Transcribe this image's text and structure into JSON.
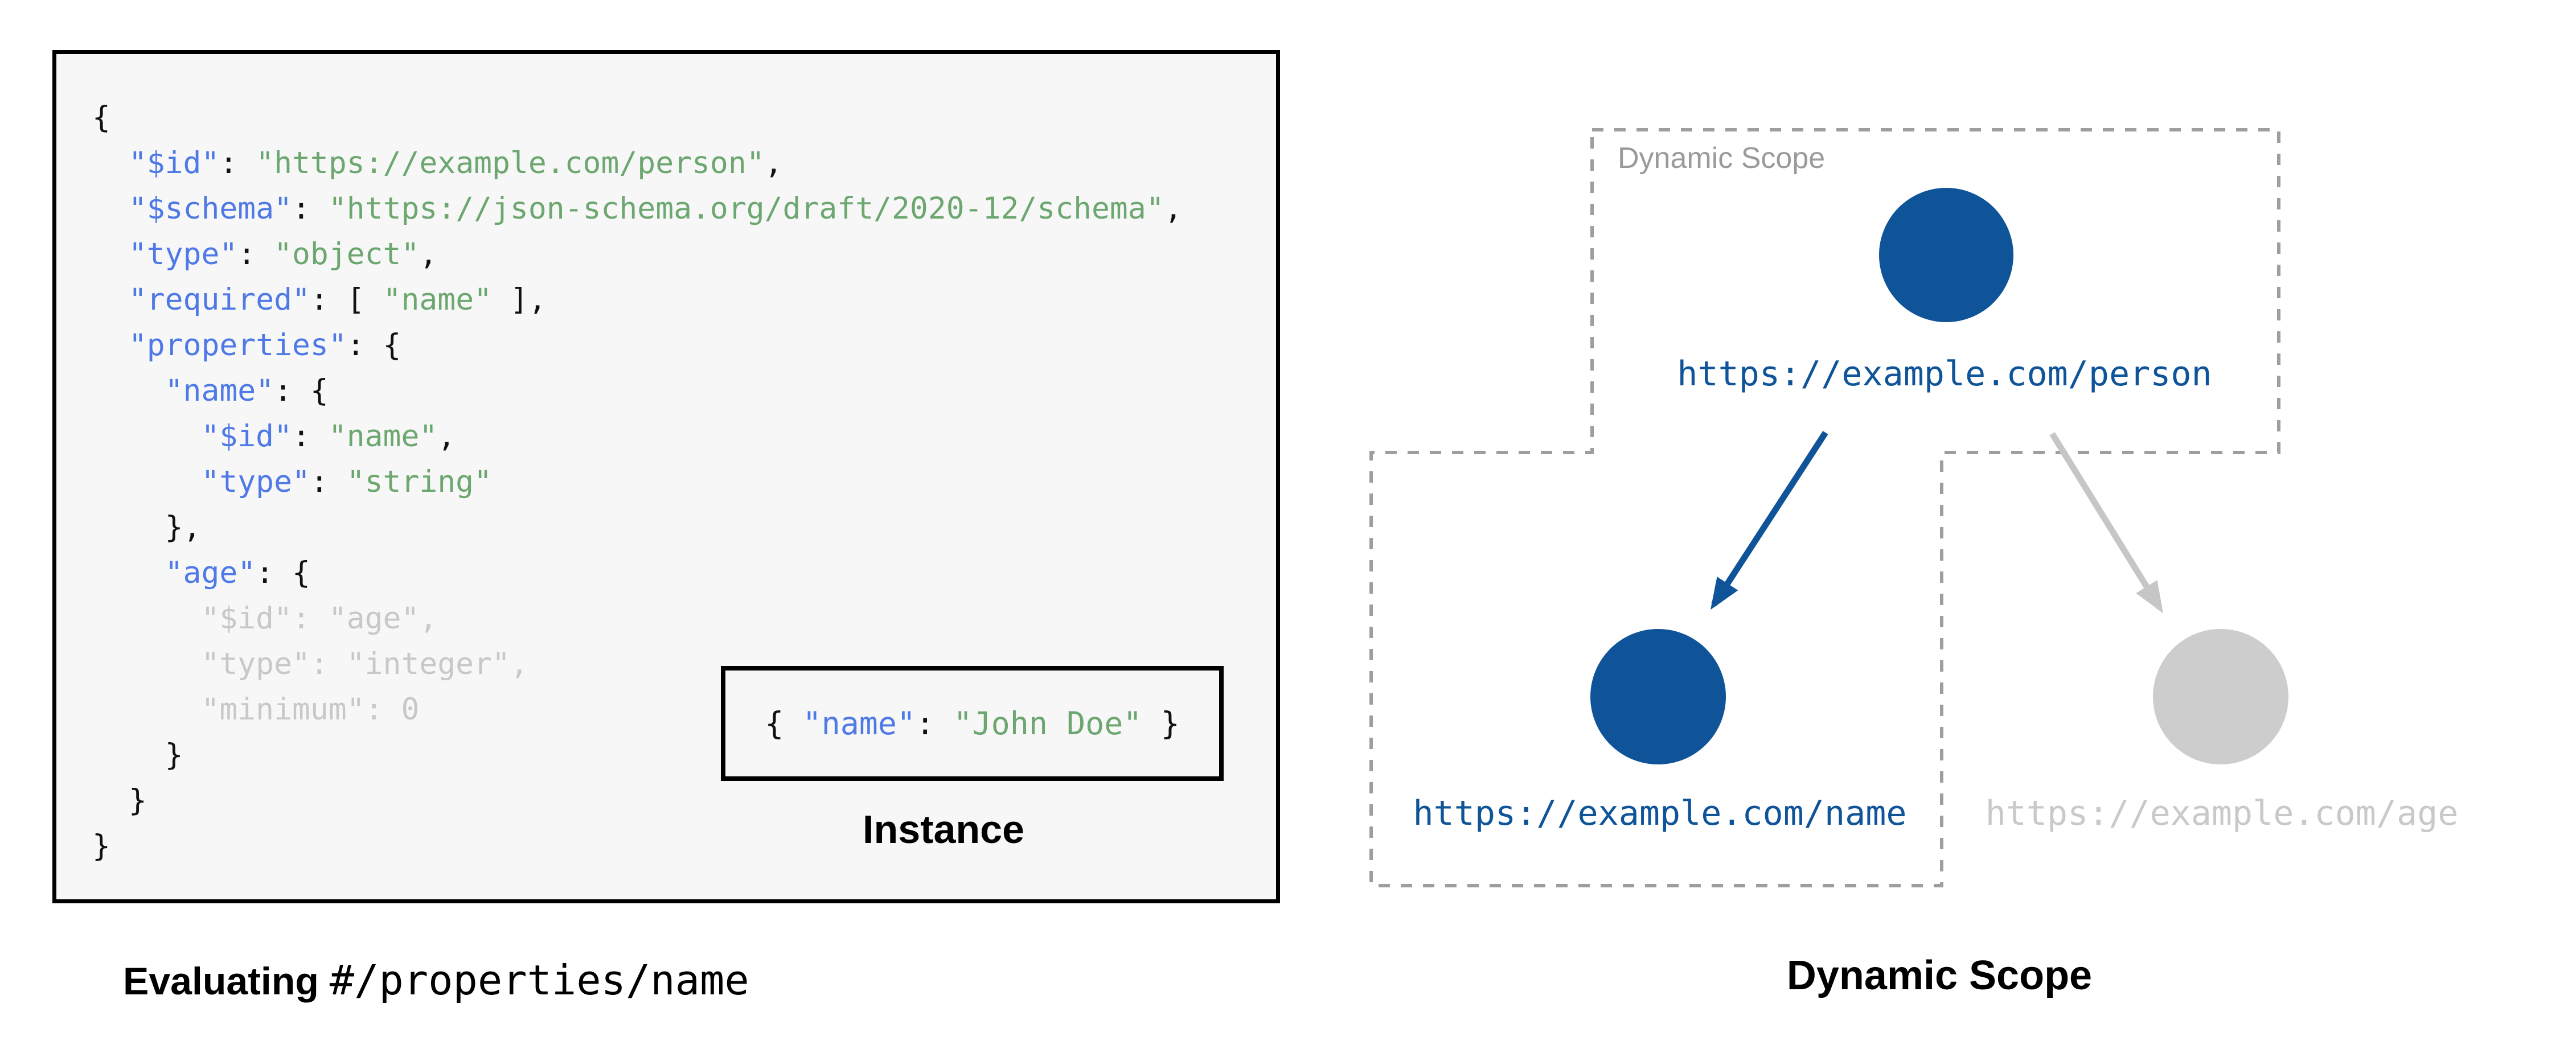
{
  "colors": {
    "key-blue": "#4e79e6",
    "string-green": "#6ca770",
    "code-black": "#111111",
    "dim-gray": "#c8c8c8",
    "deep-blue": "#0f5499",
    "inactive-gray": "#cdcdcd",
    "inactive-gray-text": "#c9c9c9",
    "arrow-gray": "#c6c6c6",
    "dash-gray": "#9e9e9e",
    "label-gray": "#9a9a9a",
    "panel-bg": "#f7f7f7"
  },
  "schema_panel": {
    "code": [
      [
        [
          "p",
          "{"
        ]
      ],
      [
        [
          "p",
          "  "
        ],
        [
          "k",
          "\"$id\""
        ],
        [
          "p",
          ": "
        ],
        [
          "s",
          "\"https://example.com/person\""
        ],
        [
          "p",
          ","
        ]
      ],
      [
        [
          "p",
          "  "
        ],
        [
          "k",
          "\"$schema\""
        ],
        [
          "p",
          ": "
        ],
        [
          "s",
          "\"https://json-schema.org/draft/2020-12/schema\""
        ],
        [
          "p",
          ","
        ]
      ],
      [
        [
          "p",
          "  "
        ],
        [
          "k",
          "\"type\""
        ],
        [
          "p",
          ": "
        ],
        [
          "s",
          "\"object\""
        ],
        [
          "p",
          ","
        ]
      ],
      [
        [
          "p",
          "  "
        ],
        [
          "k",
          "\"required\""
        ],
        [
          "p",
          ": [ "
        ],
        [
          "s",
          "\"name\""
        ],
        [
          "p",
          " ],"
        ]
      ],
      [
        [
          "p",
          "  "
        ],
        [
          "k",
          "\"properties\""
        ],
        [
          "p",
          ": {"
        ]
      ],
      [
        [
          "p",
          "    "
        ],
        [
          "k",
          "\"name\""
        ],
        [
          "p",
          ": {"
        ]
      ],
      [
        [
          "p",
          "      "
        ],
        [
          "k",
          "\"$id\""
        ],
        [
          "p",
          ": "
        ],
        [
          "s",
          "\"name\""
        ],
        [
          "p",
          ","
        ]
      ],
      [
        [
          "p",
          "      "
        ],
        [
          "k",
          "\"type\""
        ],
        [
          "p",
          ": "
        ],
        [
          "s",
          "\"string\""
        ]
      ],
      [
        [
          "p",
          "    },"
        ]
      ],
      [
        [
          "p",
          "    "
        ],
        [
          "k",
          "\"age\""
        ],
        [
          "p",
          ": {"
        ]
      ],
      [
        [
          "d",
          "      \"$id\": \"age\","
        ]
      ],
      [
        [
          "d",
          "      \"type\": \"integer\","
        ]
      ],
      [
        [
          "d",
          "      \"minimum\": 0"
        ]
      ],
      [
        [
          "p",
          "    }"
        ]
      ],
      [
        [
          "p",
          "  }"
        ]
      ],
      [
        [
          "p",
          "}"
        ]
      ]
    ],
    "instance": {
      "tokens": [
        [
          "p",
          "{ "
        ],
        [
          "k",
          "\"name\""
        ],
        [
          "p",
          ": "
        ],
        [
          "s",
          "\"John Doe\""
        ],
        [
          "p",
          " }"
        ]
      ],
      "label": "Instance"
    },
    "caption": {
      "bold": "Evaluating",
      "mono": "#/properties/name"
    }
  },
  "scope_diagram": {
    "scope_label": "Dynamic Scope",
    "caption": "Dynamic Scope",
    "nodes": {
      "person": {
        "url": "https://example.com/person",
        "state": "active"
      },
      "name": {
        "url": "https://example.com/name",
        "state": "active"
      },
      "age": {
        "url": "https://example.com/age",
        "state": "inactive"
      }
    }
  }
}
